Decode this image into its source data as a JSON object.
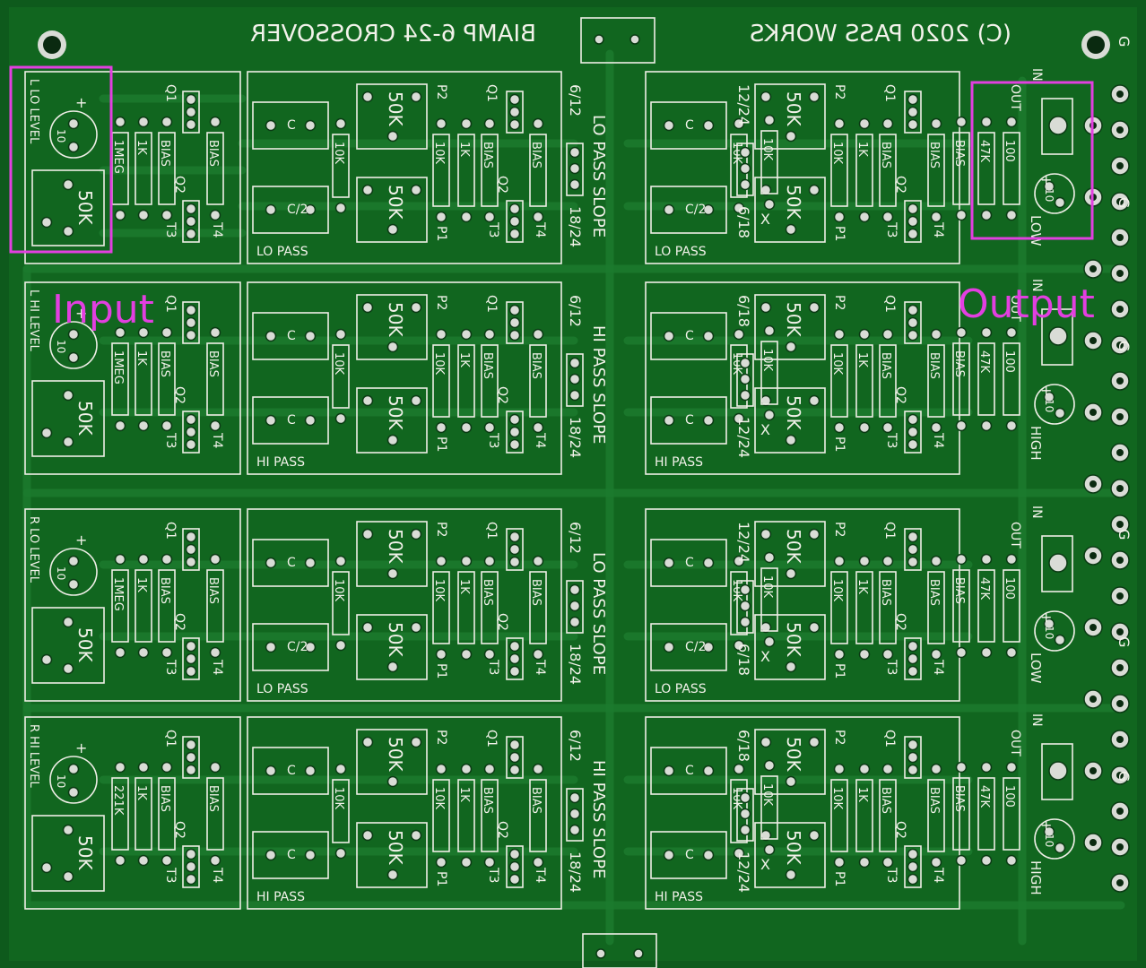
{
  "board": {
    "title_top": "BIAMP 6-24 CROSSOVER",
    "copyright": "(C) 2020 PASS WORKS",
    "colors": {
      "pcb": "#0e5a1c",
      "silk": "#eeeee6",
      "highlight": "#e23fe0",
      "pad": "#d9dcd6"
    }
  },
  "annotations": {
    "input_label": "Input",
    "output_label": "Output"
  },
  "channels": [
    {
      "level": "L LO LEVEL",
      "res": "1MEG",
      "pass": "LO PASS",
      "slope": "LO PASS SLOPE",
      "cap": "C/2"
    },
    {
      "level": "L HI LEVEL",
      "res": "1MEG",
      "pass": "HI PASS",
      "slope": "HI PASS SLOPE",
      "cap": "C"
    },
    {
      "level": "R LO LEVEL",
      "res": "1MEG",
      "pass": "LO PASS",
      "slope": "LO PASS SLOPE",
      "cap": "C/2"
    },
    {
      "level": "R HI LEVEL",
      "res": "221K",
      "pass": "HI PASS",
      "slope": "HI PASS SLOPE",
      "cap": "C"
    }
  ],
  "labels": {
    "q1": "Q1",
    "q2": "Q2",
    "t3": "T3",
    "t4": "T4",
    "p1": "P1",
    "p2": "P2",
    "pot": "50K",
    "r1k": "1K",
    "r10k": "10K",
    "bias": "BIAS",
    "r47k": "47K",
    "r100": "100",
    "cap_c": "C",
    "cap10": "10",
    "plus": "+",
    "s612": "6/12",
    "s1824": "18/24",
    "s1224": "12/24",
    "s618": "6/18",
    "x": "X",
    "in": "IN",
    "out": "OUT",
    "g": "G",
    "low": "LOW",
    "high": "HIGH"
  }
}
